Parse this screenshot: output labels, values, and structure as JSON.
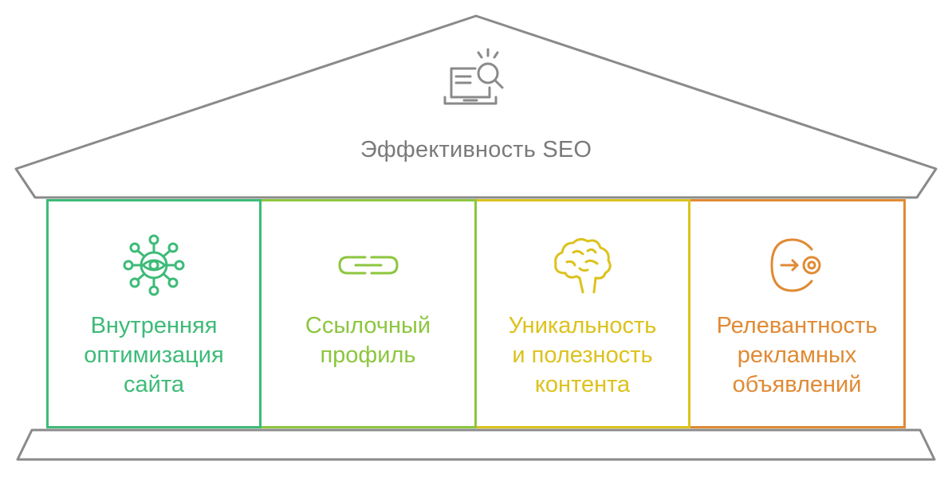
{
  "title": "Эффективность SEO",
  "colors": {
    "structure": "#8a8a8a",
    "title": "#7a7a7a"
  },
  "title_icon": "seo-laptop-search-icon",
  "pillars": [
    {
      "label": "Внутренняя\nоптимизация\nсайта",
      "icon": "eye-network-icon",
      "color": "#3dbb78"
    },
    {
      "label": "Ссылочный\nпрофиль",
      "icon": "chain-link-icon",
      "color": "#8cc63e"
    },
    {
      "label": "Уникальность\nи полезность\nконтента",
      "icon": "brain-head-icon",
      "color": "#dcc21c"
    },
    {
      "label": "Релевантность\nрекламных\nобъявлений",
      "icon": "arrow-target-icon",
      "color": "#e08a34"
    }
  ]
}
